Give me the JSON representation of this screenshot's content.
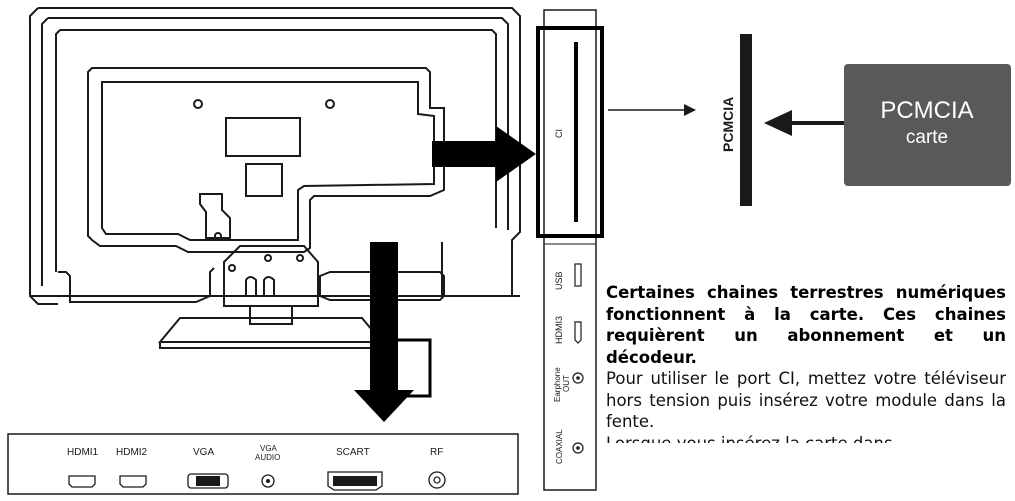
{
  "side_panel": {
    "ci_label": "CI",
    "ports": [
      "USB",
      "HDMI3",
      "Earphone OUT",
      "COAXIAL"
    ]
  },
  "bottom_panel": {
    "ports": [
      "HDMI1",
      "HDMI2",
      "VGA",
      "VGA AUDIO",
      "SCART",
      "RF"
    ]
  },
  "pcmcia": {
    "slot_label": "PCMCIA",
    "card_label_1": "PCMCIA",
    "card_label_2": "carte"
  },
  "description": {
    "bold_text": "Certaines chaines terrestres numériques fonctionnent à la carte. Ces chaines requièrent un abonnement et un décodeur.",
    "body_text": "Pour utiliser le port CI, mettez votre téléviseur hors tension puis insérez votre module dans la fente.",
    "cut_line": "Lorsque vous insérez la carte dans"
  },
  "colors": {
    "card_fill": "#58595b",
    "line": "#1a1a1a",
    "panel_fill": "#ffffff"
  },
  "icons": [
    "tv-back-outline",
    "arrow-right",
    "arrow-down",
    "hdmi-port-icon",
    "vga-port-icon",
    "audio-jack-icon",
    "scart-port-icon",
    "rf-connector-icon",
    "usb-port-icon"
  ]
}
